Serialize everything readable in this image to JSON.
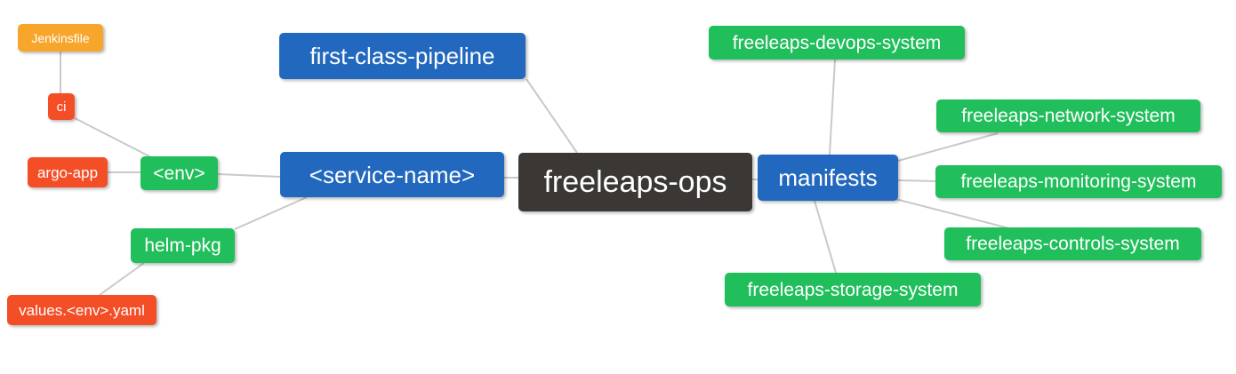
{
  "diagram": {
    "type": "mindmap",
    "root_label": "freeleaps-ops",
    "colors": {
      "orange": "#F7A62B",
      "red": "#F44E27",
      "green": "#21BE5C",
      "blue": "#2268BE",
      "dark": "#3B3734",
      "edge": "#C9C9C9",
      "text": "#FFFFFF",
      "background": "#FFFFFF"
    },
    "nodes": [
      {
        "id": "jenkinsfile",
        "label": "Jenkinsfile",
        "color": "#F7A62B"
      },
      {
        "id": "ci",
        "label": "ci",
        "color": "#F44E27"
      },
      {
        "id": "argo-app",
        "label": "argo-app",
        "color": "#F44E27"
      },
      {
        "id": "env",
        "label": "<env>",
        "color": "#21BE5C"
      },
      {
        "id": "helm-pkg",
        "label": "helm-pkg",
        "color": "#21BE5C"
      },
      {
        "id": "values-env-yaml",
        "label": "values.<env>.yaml",
        "color": "#F44E27"
      },
      {
        "id": "service-name",
        "label": "<service-name>",
        "color": "#2268BE"
      },
      {
        "id": "first-class-pipeline",
        "label": "first-class-pipeline",
        "color": "#2268BE"
      },
      {
        "id": "freeleaps-ops",
        "label": "freeleaps-ops",
        "color": "#3B3734"
      },
      {
        "id": "manifests",
        "label": "manifests",
        "color": "#2268BE"
      },
      {
        "id": "devops-system",
        "label": "freeleaps-devops-system",
        "color": "#21BE5C"
      },
      {
        "id": "network-system",
        "label": "freeleaps-network-system",
        "color": "#21BE5C"
      },
      {
        "id": "monitoring-system",
        "label": "freeleaps-monitoring-system",
        "color": "#21BE5C"
      },
      {
        "id": "controls-system",
        "label": "freeleaps-controls-system",
        "color": "#21BE5C"
      },
      {
        "id": "storage-system",
        "label": "freeleaps-storage-system",
        "color": "#21BE5C"
      }
    ],
    "edges": [
      {
        "from": "jenkinsfile",
        "to": "ci"
      },
      {
        "from": "ci",
        "to": "env"
      },
      {
        "from": "argo-app",
        "to": "env"
      },
      {
        "from": "env",
        "to": "service-name"
      },
      {
        "from": "helm-pkg",
        "to": "service-name"
      },
      {
        "from": "values-env-yaml",
        "to": "helm-pkg"
      },
      {
        "from": "service-name",
        "to": "freeleaps-ops"
      },
      {
        "from": "first-class-pipeline",
        "to": "freeleaps-ops"
      },
      {
        "from": "freeleaps-ops",
        "to": "manifests"
      },
      {
        "from": "manifests",
        "to": "devops-system"
      },
      {
        "from": "manifests",
        "to": "network-system"
      },
      {
        "from": "manifests",
        "to": "monitoring-system"
      },
      {
        "from": "manifests",
        "to": "controls-system"
      },
      {
        "from": "manifests",
        "to": "storage-system"
      }
    ]
  }
}
